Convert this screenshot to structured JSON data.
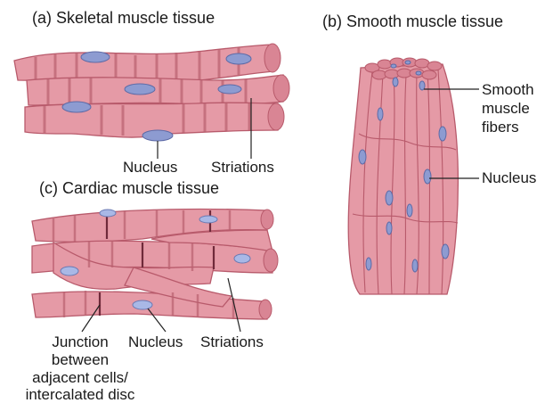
{
  "panels": {
    "skeletal": {
      "title": "(a) Skeletal muscle tissue",
      "labels": {
        "nucleus": "Nucleus",
        "striations": "Striations"
      }
    },
    "smooth": {
      "title": "(b) Smooth muscle tissue",
      "labels": {
        "fibers_1": "Smooth",
        "fibers_2": "muscle",
        "fibers_3": "fibers",
        "nucleus": "Nucleus"
      }
    },
    "cardiac": {
      "title": "(c) Cardiac muscle tissue",
      "labels": {
        "junction_1": "Junction",
        "junction_2": "between",
        "junction_3": "adjacent cells/",
        "junction_4": "intercalated disc",
        "nucleus": "Nucleus",
        "striations": "Striations"
      }
    }
  },
  "colors": {
    "fiber_fill": "#e59aa6",
    "fiber_stroke": "#b85a6b",
    "striation": "#b9606f",
    "nucleus_fill": "#8d9bd1",
    "nucleus_stroke": "#5d6aa6",
    "leader_line": "#222222"
  }
}
